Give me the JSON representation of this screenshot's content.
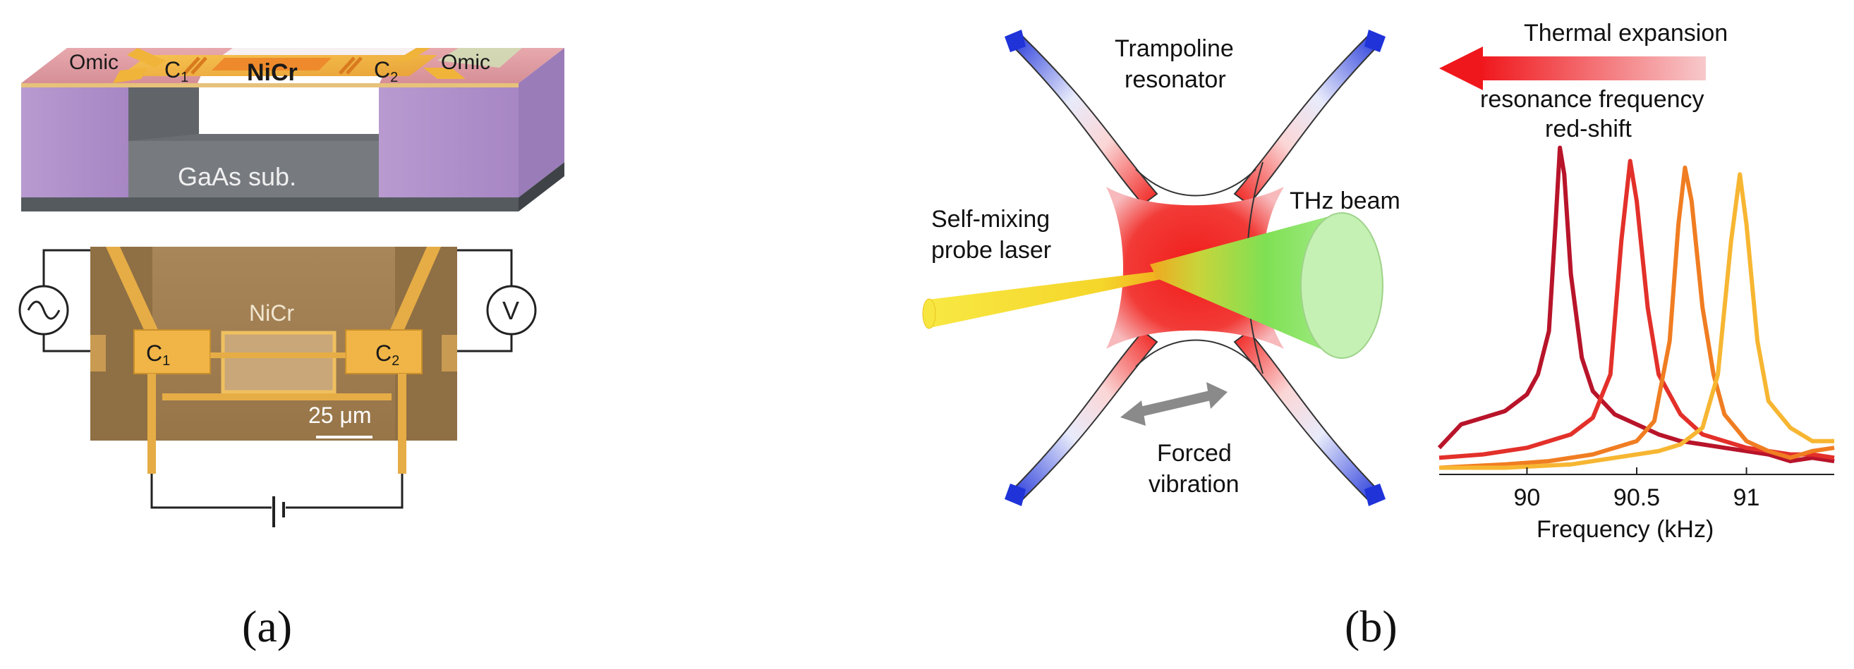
{
  "panel_a": {
    "label_left": "(",
    "label_letter": "a",
    "label_right": ")",
    "device": {
      "omic_left": "Omic",
      "c1": "C",
      "c1_sub": "1",
      "nicr": "NiCr",
      "c2": "C",
      "c2_sub": "2",
      "omic_right": "Omic",
      "substrate": "GaAs sub."
    },
    "micrograph": {
      "nicr": "NiCr",
      "c1": "C",
      "c1_sub": "1",
      "c2": "C",
      "c2_sub": "2",
      "scale_bar": "25 μm",
      "voltmeter": "V"
    }
  },
  "panel_b": {
    "label_left": "(",
    "label_letter": "b",
    "label_right": ")",
    "resonator": {
      "title_line1": "Trampoline",
      "title_line2": "resonator",
      "laser_line1": "Self-mixing",
      "laser_line2": "probe laser",
      "thz_beam": "THz beam",
      "vibration_line1": "Forced",
      "vibration_line2": "vibration"
    },
    "spectrum": {
      "arrow_label": "Thermal expansion",
      "shift_line1": "resonance frequency",
      "shift_line2": "red-shift"
    }
  },
  "chart_data": {
    "type": "line",
    "xlabel": "Frequency (kHz)",
    "ylabel": "",
    "xlim": [
      89.6,
      91.4
    ],
    "ylim": [
      0,
      1
    ],
    "xticks": [
      90,
      90.5,
      91
    ],
    "xtick_labels": [
      "90",
      "90.5",
      "91"
    ],
    "grid": false,
    "series": [
      {
        "color": "#b8142a",
        "peak": 90.15,
        "x": [
          89.6,
          89.7,
          89.8,
          89.9,
          90.0,
          90.05,
          90.1,
          90.13,
          90.15,
          90.17,
          90.2,
          90.25,
          90.3,
          90.4,
          90.5,
          90.6,
          90.7,
          90.8,
          90.9,
          91.0,
          91.1,
          91.2,
          91.3,
          91.4
        ],
        "y": [
          0.08,
          0.15,
          0.17,
          0.19,
          0.24,
          0.3,
          0.43,
          0.75,
          0.98,
          0.9,
          0.6,
          0.35,
          0.25,
          0.18,
          0.15,
          0.12,
          0.1,
          0.09,
          0.08,
          0.07,
          0.06,
          0.04,
          0.05,
          0.04
        ]
      },
      {
        "color": "#e3302a",
        "peak": 90.47,
        "x": [
          89.6,
          89.8,
          90.0,
          90.1,
          90.2,
          90.3,
          90.38,
          90.43,
          90.47,
          90.5,
          90.55,
          90.6,
          90.7,
          90.8,
          90.9,
          91.0,
          91.1,
          91.2,
          91.3,
          91.4
        ],
        "y": [
          0.05,
          0.06,
          0.08,
          0.1,
          0.12,
          0.17,
          0.3,
          0.7,
          0.94,
          0.82,
          0.5,
          0.3,
          0.18,
          0.12,
          0.1,
          0.08,
          0.07,
          0.06,
          0.06,
          0.05
        ]
      },
      {
        "color": "#f07d22",
        "peak": 90.72,
        "x": [
          89.6,
          89.9,
          90.1,
          90.3,
          90.4,
          90.5,
          90.58,
          90.65,
          90.69,
          90.72,
          90.75,
          90.8,
          90.85,
          90.9,
          91.0,
          91.1,
          91.2,
          91.3,
          91.4
        ],
        "y": [
          0.02,
          0.03,
          0.04,
          0.06,
          0.08,
          0.1,
          0.16,
          0.4,
          0.75,
          0.92,
          0.82,
          0.5,
          0.3,
          0.18,
          0.1,
          0.07,
          0.05,
          0.07,
          0.08
        ]
      },
      {
        "color": "#f7b632",
        "peak": 90.97,
        "x": [
          89.6,
          89.9,
          90.2,
          90.4,
          90.6,
          90.7,
          90.8,
          90.87,
          90.93,
          90.97,
          91.0,
          91.05,
          91.1,
          91.2,
          91.3,
          91.4
        ],
        "y": [
          0.02,
          0.02,
          0.03,
          0.05,
          0.07,
          0.09,
          0.14,
          0.3,
          0.7,
          0.9,
          0.75,
          0.4,
          0.22,
          0.14,
          0.1,
          0.1
        ]
      }
    ]
  },
  "colors": {
    "red_series": "#b8142a",
    "orange_series": "#f07d22",
    "gold": "#f2b33a",
    "laser_yellow": "#f7e23c",
    "beam_green": "#9be882",
    "anchor_blue": "#2034d8",
    "resonator_red": "#f0201c"
  }
}
